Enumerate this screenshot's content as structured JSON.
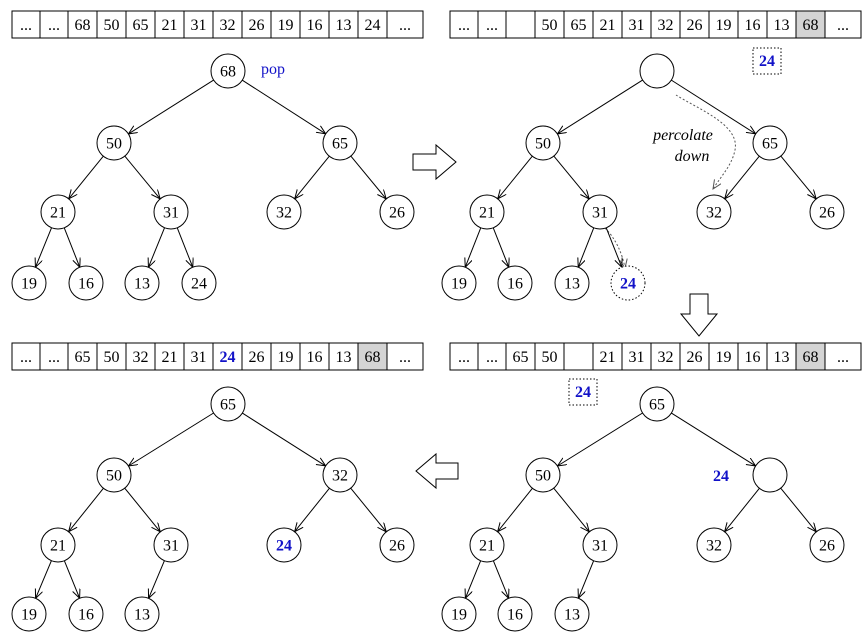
{
  "panels": [
    {
      "array": [
        {
          "t": "..."
        },
        {
          "t": "..."
        },
        {
          "t": "68"
        },
        {
          "t": "50"
        },
        {
          "t": "65"
        },
        {
          "t": "21"
        },
        {
          "t": "31"
        },
        {
          "t": "32"
        },
        {
          "t": "26"
        },
        {
          "t": "19"
        },
        {
          "t": "16"
        },
        {
          "t": "13"
        },
        {
          "t": "24"
        },
        {
          "t": "..."
        }
      ],
      "nodes": [
        {
          "id": "a",
          "label": "68"
        },
        {
          "id": "b",
          "label": "50"
        },
        {
          "id": "c",
          "label": "65"
        },
        {
          "id": "d",
          "label": "21"
        },
        {
          "id": "e",
          "label": "31"
        },
        {
          "id": "f",
          "label": "32"
        },
        {
          "id": "g",
          "label": "26"
        },
        {
          "id": "h",
          "label": "19"
        },
        {
          "id": "i",
          "label": "16"
        },
        {
          "id": "j",
          "label": "13"
        },
        {
          "id": "k",
          "label": "24"
        }
      ],
      "annotations": {
        "pop": "pop"
      }
    },
    {
      "array": [
        {
          "t": "..."
        },
        {
          "t": "..."
        },
        {
          "t": ""
        },
        {
          "t": "50"
        },
        {
          "t": "65"
        },
        {
          "t": "21"
        },
        {
          "t": "31"
        },
        {
          "t": "32"
        },
        {
          "t": "26"
        },
        {
          "t": "19"
        },
        {
          "t": "16"
        },
        {
          "t": "13"
        },
        {
          "t": "68",
          "shaded": true
        },
        {
          "t": "..."
        }
      ],
      "nodes": [
        {
          "id": "a",
          "label": ""
        },
        {
          "id": "b",
          "label": "50"
        },
        {
          "id": "c",
          "label": "65"
        },
        {
          "id": "d",
          "label": "21"
        },
        {
          "id": "e",
          "label": "31"
        },
        {
          "id": "f",
          "label": "32"
        },
        {
          "id": "g",
          "label": "26"
        },
        {
          "id": "h",
          "label": "19"
        },
        {
          "id": "i",
          "label": "16"
        },
        {
          "id": "j",
          "label": "13"
        },
        {
          "id": "k",
          "label": "24",
          "hl": true,
          "dotted": true
        }
      ],
      "annotations": {
        "box_value": "24",
        "percolate_line1": "percolate",
        "percolate_line2": "down"
      }
    },
    {
      "array": [
        {
          "t": "..."
        },
        {
          "t": "..."
        },
        {
          "t": "65"
        },
        {
          "t": "50"
        },
        {
          "t": ""
        },
        {
          "t": "21"
        },
        {
          "t": "31"
        },
        {
          "t": "32"
        },
        {
          "t": "26"
        },
        {
          "t": "19"
        },
        {
          "t": "16"
        },
        {
          "t": "13"
        },
        {
          "t": "68",
          "shaded": true
        },
        {
          "t": "..."
        }
      ],
      "nodes": [
        {
          "id": "a",
          "label": "65"
        },
        {
          "id": "b",
          "label": "50"
        },
        {
          "id": "c",
          "label": ""
        },
        {
          "id": "d",
          "label": "21"
        },
        {
          "id": "e",
          "label": "31"
        },
        {
          "id": "f",
          "label": "32"
        },
        {
          "id": "g",
          "label": "26"
        },
        {
          "id": "h",
          "label": "19"
        },
        {
          "id": "i",
          "label": "16"
        },
        {
          "id": "j",
          "label": "13"
        }
      ],
      "annotations": {
        "box_value": "24",
        "side_value": "24"
      }
    },
    {
      "array": [
        {
          "t": "..."
        },
        {
          "t": "..."
        },
        {
          "t": "65"
        },
        {
          "t": "50"
        },
        {
          "t": "32"
        },
        {
          "t": "21"
        },
        {
          "t": "31"
        },
        {
          "t": "24",
          "hl": true
        },
        {
          "t": "26"
        },
        {
          "t": "19"
        },
        {
          "t": "16"
        },
        {
          "t": "13"
        },
        {
          "t": "68",
          "shaded": true
        },
        {
          "t": "..."
        }
      ],
      "nodes": [
        {
          "id": "a",
          "label": "65"
        },
        {
          "id": "b",
          "label": "50"
        },
        {
          "id": "c",
          "label": "32"
        },
        {
          "id": "d",
          "label": "21"
        },
        {
          "id": "e",
          "label": "31"
        },
        {
          "id": "f",
          "label": "24",
          "hl": true
        },
        {
          "id": "g",
          "label": "26"
        },
        {
          "id": "h",
          "label": "19"
        },
        {
          "id": "i",
          "label": "16"
        },
        {
          "id": "j",
          "label": "13"
        }
      ]
    }
  ],
  "colors": {
    "highlight": "#1212c8",
    "shaded_cell": "#d4d4d4"
  }
}
